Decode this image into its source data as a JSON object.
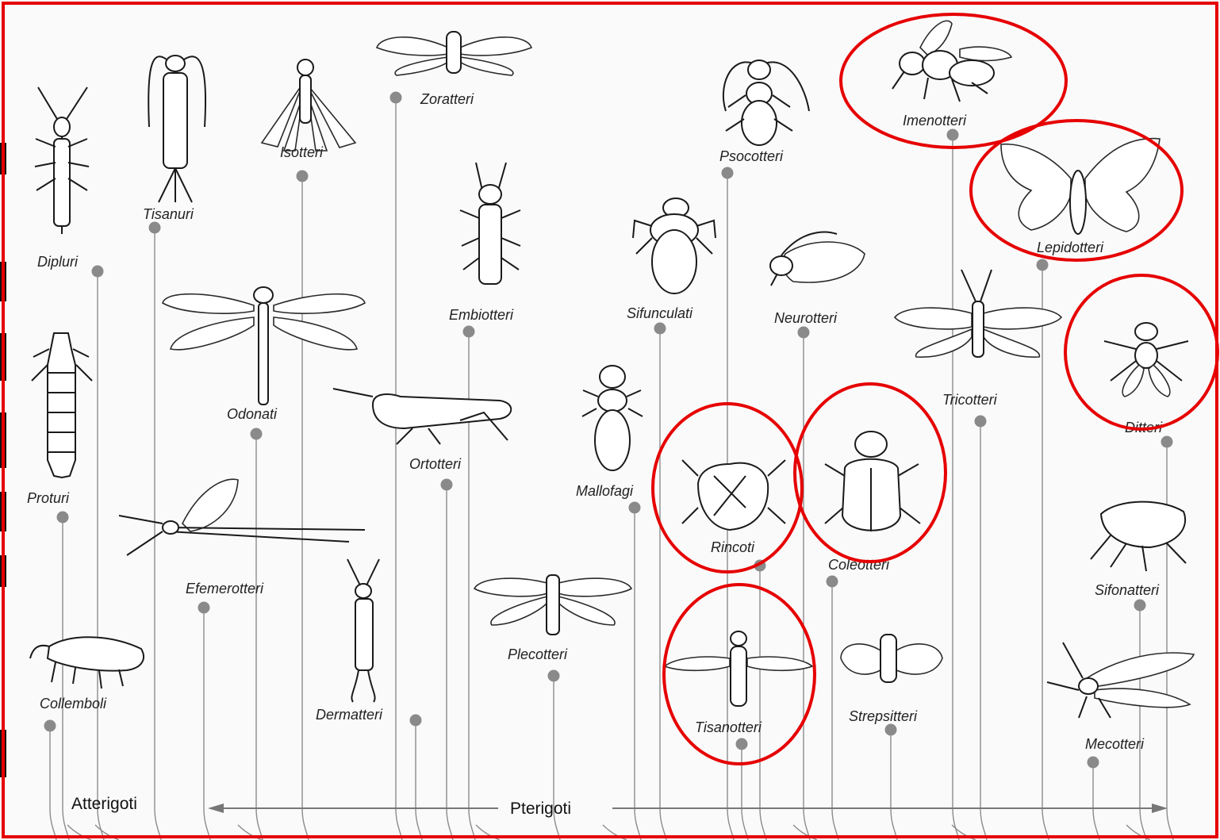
{
  "groups": {
    "left": "Atterigoti",
    "right": "Pterigoti"
  },
  "orders": [
    "Dipluri",
    "Tisanuri",
    "Isotteri",
    "Zoratteri",
    "Psocotteri",
    "Imenotteri",
    "Proturi",
    "Odonati",
    "Embiotteri",
    "Sifunculati",
    "Neurotteri",
    "Lepidotteri",
    "Collemboli",
    "Efemerotteri",
    "Ortotteri",
    "Mallofagi",
    "Rincoti",
    "Coleotteri",
    "Tricotteri",
    "Ditteri",
    "Dermatteri",
    "Plecotteri",
    "Tisanotteri",
    "Strepsitteri",
    "Sifonatteri",
    "Mecotteri"
  ],
  "highlighted": [
    "Imenotteri",
    "Lepidotteri",
    "Ditteri",
    "Rincoti",
    "Coleotteri",
    "Tisanotteri"
  ],
  "colors": {
    "highlight": "#e60000",
    "stem": "#8c8c8c",
    "ink": "#1a1a1a"
  }
}
